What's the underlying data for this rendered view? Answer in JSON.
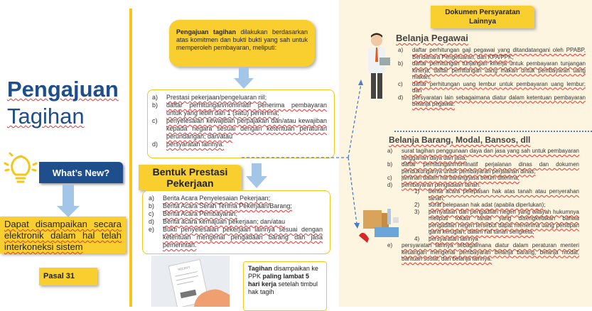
{
  "left": {
    "title_line1": "Pengajuan",
    "title_line2": "Tagihan",
    "whats_new": "What’s New?",
    "note": "Dapat disampaikan secara elektronik dalam hal telah interkoneksi sistem",
    "pasal": "Pasal 31"
  },
  "middle": {
    "callout_bold": "Pengajuan tagihan",
    "callout_rest": " dilakukan berdasarkan atas komitmen dan bukti bukti yang sah untuk memperoleh pembayaran, meliputi:",
    "requirements": [
      {
        "k": "a)",
        "v": "Prestasi pekerjaan/pengeluaran riil;"
      },
      {
        "k": "b)",
        "v": "daftar perhitungan/nominatif penerima pembayaran untuk yang lebih dari 1 (satu) penerima;"
      },
      {
        "k": "c)",
        "v": "penyelesaian kewajiban perpajakan dan/atau kewajiban kepada negara sesuai dengan ketentuan peraturan perundangan; dan/atau"
      },
      {
        "k": "d)",
        "v": "persyaratan lainnya."
      }
    ],
    "bentuk_title": "Bentuk Prestasi Pekerjaan",
    "bentuk_items": [
      {
        "k": "a)",
        "v": "Berita Acara Penyelesaian Pekerjaan;"
      },
      {
        "k": "b)",
        "v": "Berita Acara Serah Terima Pekerjaan/Barang;"
      },
      {
        "k": "c)",
        "v": "Berita Acara Pembayaran;"
      },
      {
        "k": "d)",
        "v": "Berita acara kemajuan pekerjaan; dan/atau"
      },
      {
        "k": "e)",
        "v": "Bukti penyelesaian pekerjaan lainnya sesuai dengan ketentuan mengenai pengadaan barang dan jasa pemerintah."
      }
    ],
    "receipt_label": "RECEIPT",
    "deadline": {
      "b1": "Tagihan",
      "t1": " disampaikan ke PPK ",
      "b2": "paling lambat 5 hari kerja",
      "t2": " setelah timbul hak tagih"
    }
  },
  "right": {
    "doc_title": "Dokumen Persyaratan Lainnya",
    "pegawai_title": "Belanja Pegawai",
    "pegawai_items": [
      {
        "k": "a)",
        "v": "daftar perhitungan gaji pegawai yang ditandatangani oleh PPABP, Bendahara Pengeluaran, dan KPA/PPK;"
      },
      {
        "k": "b)",
        "v": "daftar perhitungan tunjangan kinerja untuk pembayaran tunjangan kinerja; daftar perhitungan uang makan untuk pembayaran uang makan;"
      },
      {
        "k": "c)",
        "v": "daftar perhitungan uang lembur untuk pembayaran uang lembur; dan"
      },
      {
        "k": "d)",
        "v": "persyaratan lain sebagaimana diatur dalam ketentuan pembayaran belanja pegawai."
      }
    ],
    "barang_title": "Belanja Barang, Modal, Bansos, dll",
    "barang_items": [
      {
        "k": "a)",
        "v": "surat tagihan penggunaan daya dan jasa yang sah untuk pembayaran langganan daya dan jasa;"
      },
      {
        "k": "b)",
        "v": "daftar perhitungan/nominatif perjalanan dinas dan dokumen pendukunganya untuk pembayaran perjalanan dinas;"
      },
      {
        "k": "c)",
        "v": "jaminan dalam hal barang/jasa belum diterima;"
      },
      {
        "k": "d)",
        "v": "pembayaran pengadaan tanah:"
      }
    ],
    "tanah_items": [
      {
        "k": "1)",
        "v": "berita acara pelepasan hak atas tanah atau penyerahan tanah;"
      },
      {
        "k": "2)",
        "v": "surat pelepasan hak adat (apabila diperlukan);"
      },
      {
        "k": "3)",
        "v": "pernyataan dari pengadilan negeri yang wilayah hukumnya meliputi lokasi tanah yang disengketakan bahwa pengadilan negeri tersebut dapat menerima uang penitipan ganti kerugian, dalam hal tanah sengketa;"
      },
      {
        "k": "4)",
        "v": "persyaratan lainnya"
      }
    ],
    "barang_last": {
      "k": "e)",
      "v": "persyaratan lainnya sebagaimana diatur dalam peraturan menteri keuangan mengenai pembayaran belanja barang, belanja modal, bantuan sosial, dan belanja lainnya."
    }
  }
}
